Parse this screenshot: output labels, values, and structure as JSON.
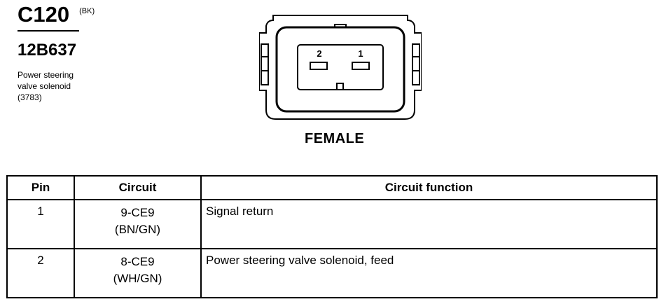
{
  "connector": {
    "id": "C120",
    "color": "(BK)",
    "part_number": "12B637",
    "description_lines": [
      "Power steering",
      "valve solenoid",
      "(3783)"
    ],
    "pin_labels": [
      "2",
      "1"
    ],
    "gender": "FEMALE"
  },
  "table": {
    "headers": [
      "Pin",
      "Circuit",
      "Circuit function"
    ],
    "rows": [
      {
        "pin": "1",
        "circuit": "9-CE9",
        "wire": "(BN/GN)",
        "function": "Signal return"
      },
      {
        "pin": "2",
        "circuit": "8-CE9",
        "wire": "(WH/GN)",
        "function": "Power steering valve solenoid, feed"
      }
    ]
  }
}
